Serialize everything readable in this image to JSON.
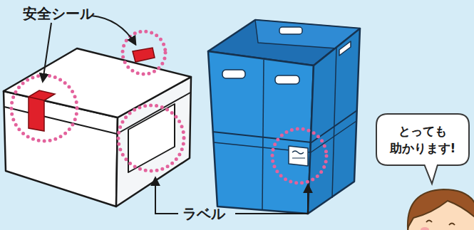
{
  "diagram": {
    "nodes": [
      {
        "text": [
          "とっても 助かります!"
        ]
      }
    ],
    "labels": [
      "安全シール",
      "ラベル"
    ]
  }
}
